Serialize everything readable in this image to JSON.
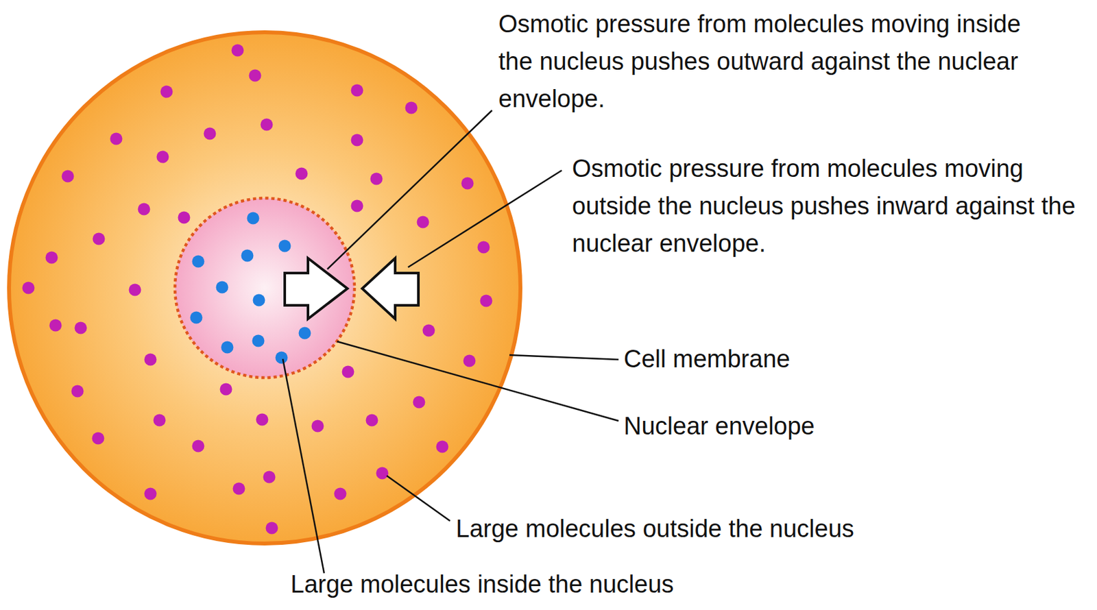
{
  "diagram": {
    "labels": [
      "Osmotic pressure from molecules moving inside the nucleus pushes outward against the nuclear envelope.",
      "Osmotic pressure from molecules moving outside the nucleus pushes inward against the nuclear envelope.",
      "Cell membrane",
      "Nuclear envelope",
      "Large molecules outside the nucleus",
      "Large molecules inside the nucleus"
    ]
  }
}
